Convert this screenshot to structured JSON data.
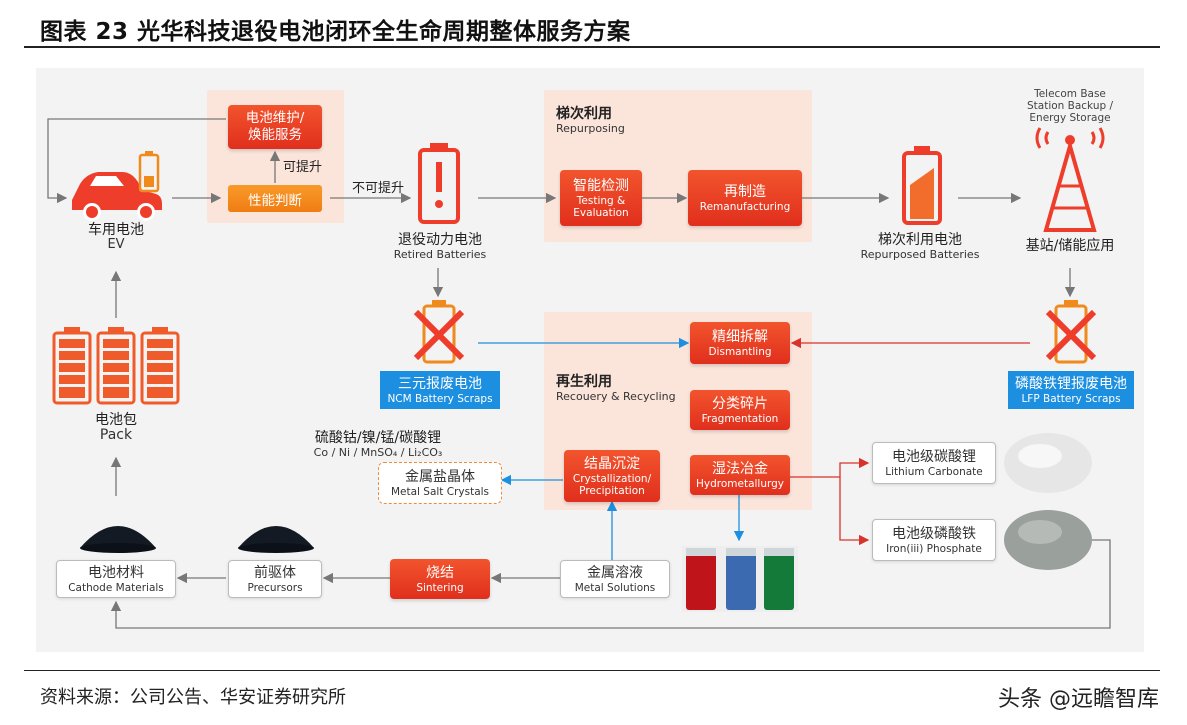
{
  "header": {
    "title": "图表 23 光华科技退役电池闭环全生命周期整体服务方案"
  },
  "footer": {
    "source": "资料来源：公司公告、华安证券研究所",
    "watermark": "头条 @远瞻智库"
  },
  "diagram": {
    "ev": {
      "zh": "车用电池",
      "en": "EV"
    },
    "pack": {
      "zh": "电池包",
      "en": "Pack"
    },
    "maintenance": {
      "zh": "电池维护/\n焕能服务"
    },
    "can_upgrade": "可提升",
    "performance_check": "性能判断",
    "cannot_upgrade": "不可提升",
    "retired": {
      "zh": "退役动力电池",
      "en": "Retired Batteries"
    },
    "repurposing": {
      "zh": "梯次利用",
      "en": "Repurposing"
    },
    "testing": {
      "zh": "智能检测",
      "en": "Testing &\nEvaluation"
    },
    "remanufacturing": {
      "zh": "再制造",
      "en": "Remanufacturing"
    },
    "repurposed": {
      "zh": "梯次利用电池",
      "en": "Repurposed Batteries"
    },
    "telecom": {
      "en": "Telecom Base\nStation Backup /\nEnergy Storage",
      "zh": "基站/储能应用"
    },
    "ncm": {
      "zh": "三元报废电池",
      "en": "NCM Battery Scraps"
    },
    "lfp": {
      "zh": "磷酸铁锂报废电池",
      "en": "LFP Battery Scraps"
    },
    "recycling": {
      "zh": "再生利用",
      "en": "Recouery & Recycling"
    },
    "dismantling": {
      "zh": "精细拆解",
      "en": "Dismantling"
    },
    "fragmentation": {
      "zh": "分类碎片",
      "en": "Fragmentation"
    },
    "hydro": {
      "zh": "湿法冶金",
      "en": "Hydrometallurgy"
    },
    "crystallization": {
      "zh": "结晶沉淀",
      "en": "Crystallization/\nPrecipitation"
    },
    "sulfates": {
      "zh": "硫酸钴/镍/锰/碳酸锂",
      "en": "Co / Ni / MnSO₄ / Li₂CO₃"
    },
    "metal_salt": {
      "zh": "金属盐晶体",
      "en": "Metal Salt Crystals"
    },
    "lithium_carbonate": {
      "zh": "电池级碳酸锂",
      "en": "Lithium Carbonate"
    },
    "iron_phosphate": {
      "zh": "电池级磷酸铁",
      "en": "Iron(iii) Phosphate"
    },
    "metal_solutions": {
      "zh": "金属溶液",
      "en": "Metal Solutions"
    },
    "sintering": {
      "zh": "烧结",
      "en": "Sintering"
    },
    "precursors": {
      "zh": "前驱体",
      "en": "Precursors"
    },
    "cathode": {
      "zh": "电池材料",
      "en": "Cathode Materials"
    }
  },
  "colors": {
    "accent_red": "#e8412a",
    "accent_orange": "#f58a1f",
    "accent_blue": "#1d8fe0",
    "region_fill": "#fbe4da"
  },
  "icons": [
    "car-icon",
    "battery-low-icon",
    "battery-warning-icon",
    "battery-high-icon",
    "signal-tower-icon",
    "battery-pack-icon",
    "battery-scrap-icon",
    "black-powder-pile",
    "solution-bottles",
    "white-powder",
    "gray-powder"
  ]
}
